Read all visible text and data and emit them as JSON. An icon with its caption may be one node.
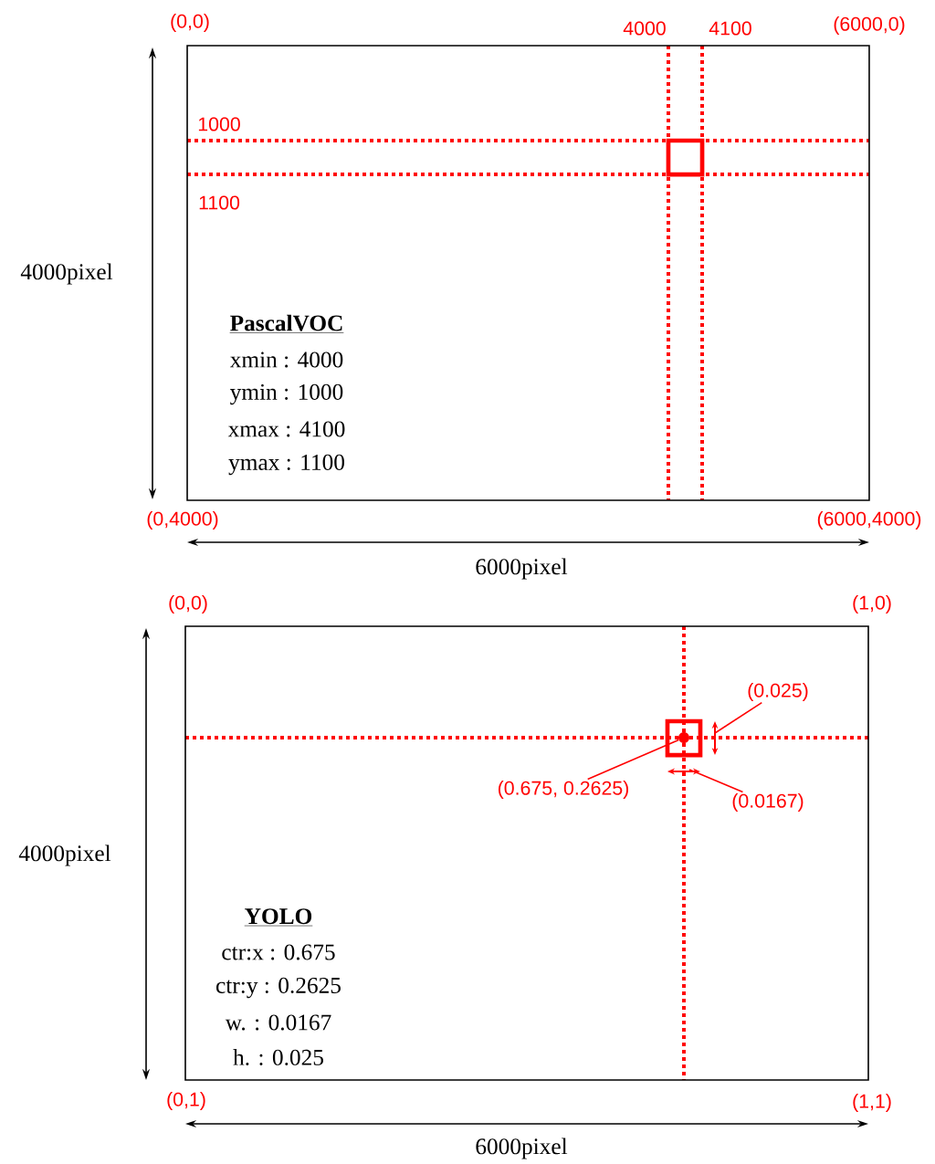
{
  "diagram": {
    "nodes": [
      {
        "text": [
          "PascalVOC",
          "xmin : 4000",
          "ymin : 1000",
          "xmax : 4100",
          "ymax : 1100"
        ]
      },
      {
        "text": [],
        "shape": "box",
        "in": 0
      },
      {
        "text": [
          "YOLO",
          "ctr:x :  0.675",
          "ctr:y : 0.2625",
          "w. : 0.0167",
          "h. : 0.025"
        ]
      },
      {
        "text": [],
        "shape": "box",
        "in": 2
      },
      {
        "text": [
          "(0.675, 0.2625)"
        ],
        "in": 2
      },
      {
        "text": [],
        "shape": "circle",
        "in": 3
      },
      {
        "text": [
          "(0.025)"
        ],
        "in": 2
      },
      {
        "text": [
          "(0.0167)"
        ],
        "in": 2
      }
    ],
    "edges": [
      {
        "from": 4,
        "to": 5,
        "arrow": "none"
      },
      {
        "from": 6,
        "to": null,
        "arrow": "none"
      },
      {
        "from": 7,
        "to": null,
        "arrow": "none"
      }
    ],
    "labels": [
      "(0,0)",
      "4000",
      "4100",
      "(6000,0)",
      "1000",
      "1100",
      "4000pixel",
      "(0,4000)",
      "(6000,4000)",
      "6000pixel",
      "(0,0)",
      "(1,0)",
      "4000pixel",
      "(0,1)",
      "(1,1)",
      "6000pixel"
    ]
  }
}
